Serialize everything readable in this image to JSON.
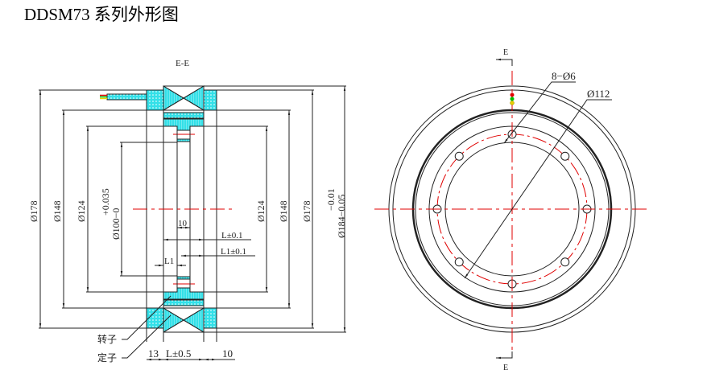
{
  "title": "DDSM73 系列外形图",
  "section_label": "E-E",
  "section_marker": "E",
  "left_dims": {
    "d178": "Ø178",
    "d148": "Ø148",
    "d124": "Ø124",
    "d100": "Ø100−0",
    "d100_tol": "+0.035",
    "r124": "Ø124",
    "r148": "Ø148",
    "r178": "Ø178",
    "r184": "Ø184−0.05",
    "r184_tol": "−0.01",
    "w10": "10",
    "l01": "L±0.1",
    "l1_01": "L1±0.1",
    "l1": "L1",
    "b13": "13",
    "b_l05": "L±0.5",
    "b10": "10"
  },
  "labels": {
    "rotor": "转子",
    "stator": "定子"
  },
  "right_dims": {
    "holes": "8−Ø6",
    "pcd": "Ø112"
  },
  "colors": {
    "cyan": "#33e0e8",
    "red": "#e00000",
    "line": "#222222"
  }
}
